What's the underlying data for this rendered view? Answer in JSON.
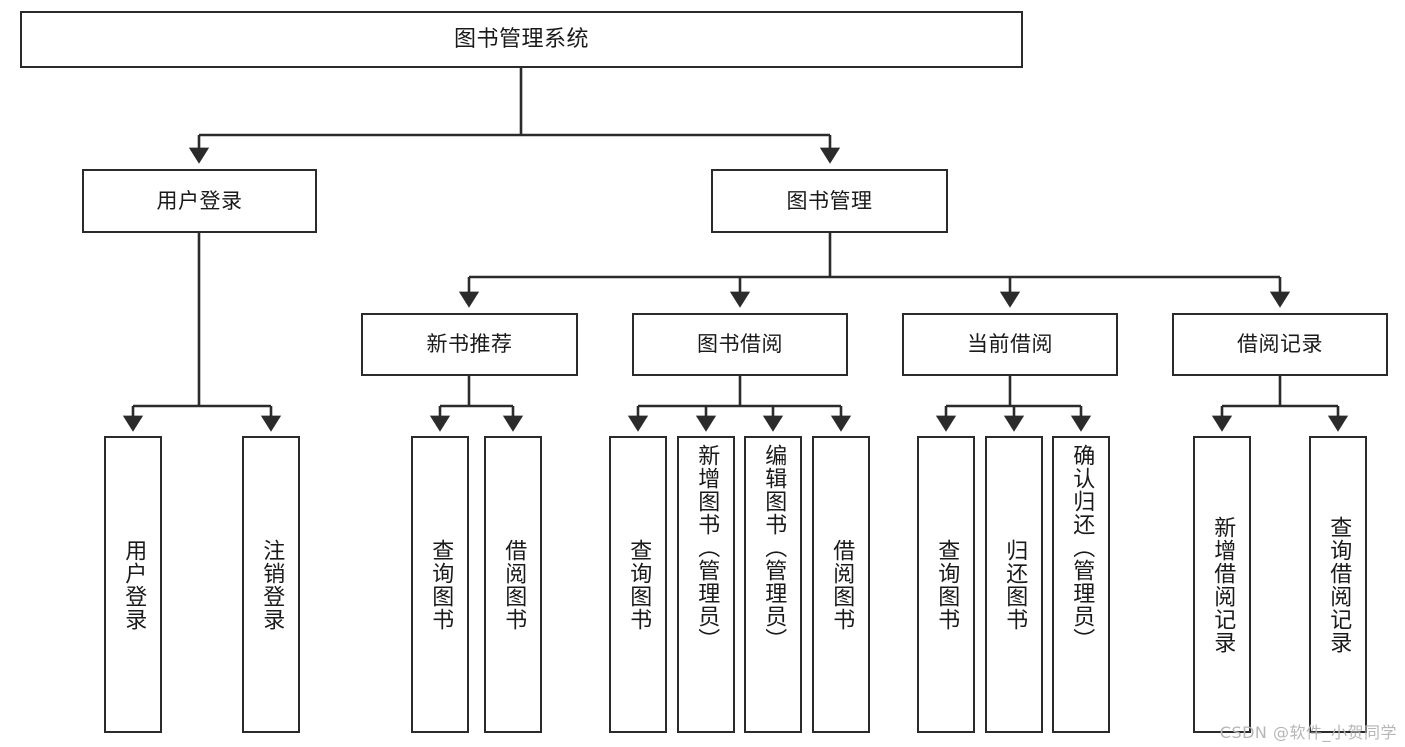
{
  "diagram": {
    "title": "图书管理系统",
    "type": "tree-hierarchy",
    "watermark": "CSDN @软件_小贺同学",
    "colors": {
      "background": "#ffffff",
      "box_border": "#2b2b2b",
      "box_fill": "#ffffff",
      "text": "#1a1a1a",
      "connector": "#2b2b2b",
      "watermark": "#b6b6b6"
    },
    "nodes": {
      "root": {
        "label": "图书管理系统"
      },
      "level2": [
        {
          "label": "用户登录"
        },
        {
          "label": "图书管理"
        }
      ],
      "level3": [
        {
          "label": "新书推荐"
        },
        {
          "label": "图书借阅"
        },
        {
          "label": "当前借阅"
        },
        {
          "label": "借阅记录"
        }
      ],
      "leaves": {
        "user_login": [
          {
            "label": "用户登录"
          },
          {
            "label": "注销登录"
          }
        ],
        "new_book_recommend": [
          {
            "label": "查询图书"
          },
          {
            "label": "借阅图书"
          }
        ],
        "book_borrow": [
          {
            "label": "查询图书"
          },
          {
            "label": "新增图书（管理员）"
          },
          {
            "label": "编辑图书（管理员）"
          },
          {
            "label": "借阅图书"
          }
        ],
        "current_borrow": [
          {
            "label": "查询图书"
          },
          {
            "label": "归还图书"
          },
          {
            "label": "确认归还（管理员）"
          }
        ],
        "borrow_record": [
          {
            "label": "新增借阅记录"
          },
          {
            "label": "查询借阅记录"
          }
        ]
      }
    }
  }
}
